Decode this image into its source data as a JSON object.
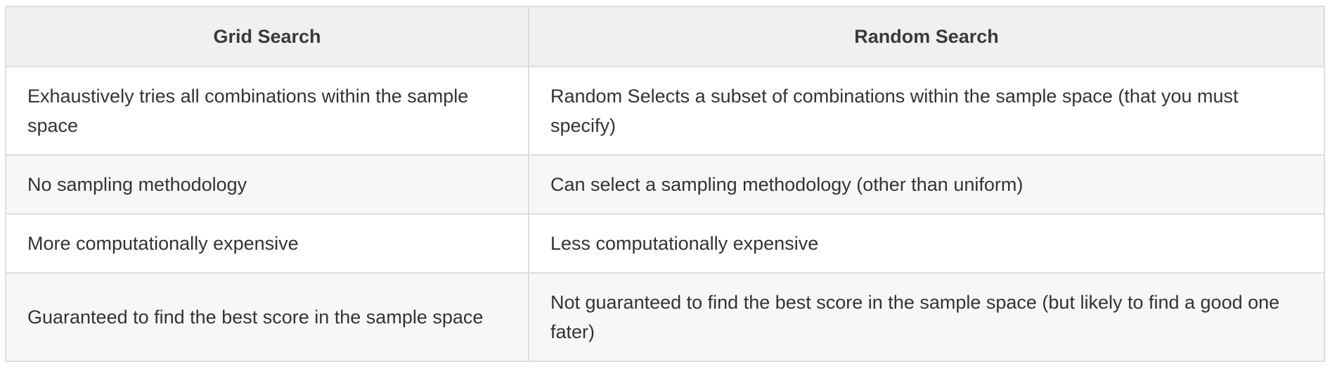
{
  "table": {
    "headers": [
      "Grid Search",
      "Random Search"
    ],
    "rows": [
      [
        "Exhaustively tries all combinations within the sample space",
        "Random Selects a subset of combinations within the sample space (that you must specify)"
      ],
      [
        "No sampling methodology",
        "Can select a sampling methodology (other than uniform)"
      ],
      [
        "More computationally expensive",
        "Less computationally expensive"
      ],
      [
        "Guaranteed to find the best score in the sample space",
        "Not guaranteed to find the best score in the sample space (but likely to find a good one fater)"
      ]
    ]
  }
}
